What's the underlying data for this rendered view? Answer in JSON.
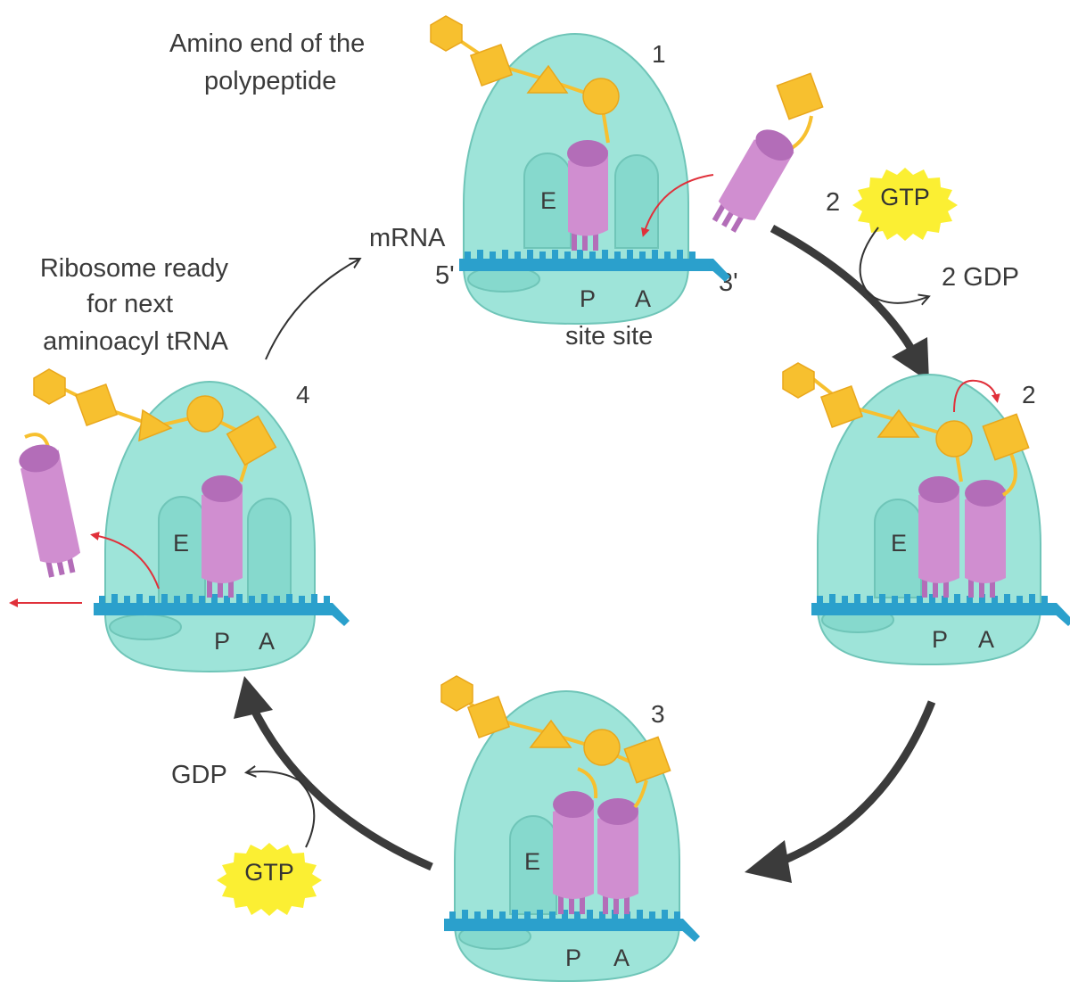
{
  "colors": {
    "ribosome": "#9ee4d9",
    "ribosome_stroke": "#6fc5b8",
    "trna": "#d08ed0",
    "trna_dark": "#b36db8",
    "mrna": "#2ba0cc",
    "amino": "#f7c02f",
    "amino_stroke": "#e9a71c",
    "gtp": "#fbef33",
    "red_arrow": "#e0303a",
    "cycle_arrow": "#3b3b3b"
  },
  "labels": {
    "amino_end_line1": "Amino end of the",
    "amino_end_line2": "polypeptide",
    "mrna": "mRNA",
    "five_prime": "5'",
    "three_prime": "3'",
    "site_site": "site site",
    "ribosome_ready_line1": "Ribosome ready",
    "ribosome_ready_line2": "for next",
    "ribosome_ready_line3": "aminoacyl tRNA",
    "gtp_count": "2",
    "gtp": "GTP",
    "gdp_2": "2 GDP",
    "gdp": "GDP",
    "site_e": "E",
    "site_p": "P",
    "site_a": "A"
  },
  "steps": [
    {
      "number": "1"
    },
    {
      "number": "2"
    },
    {
      "number": "3"
    },
    {
      "number": "4"
    }
  ]
}
